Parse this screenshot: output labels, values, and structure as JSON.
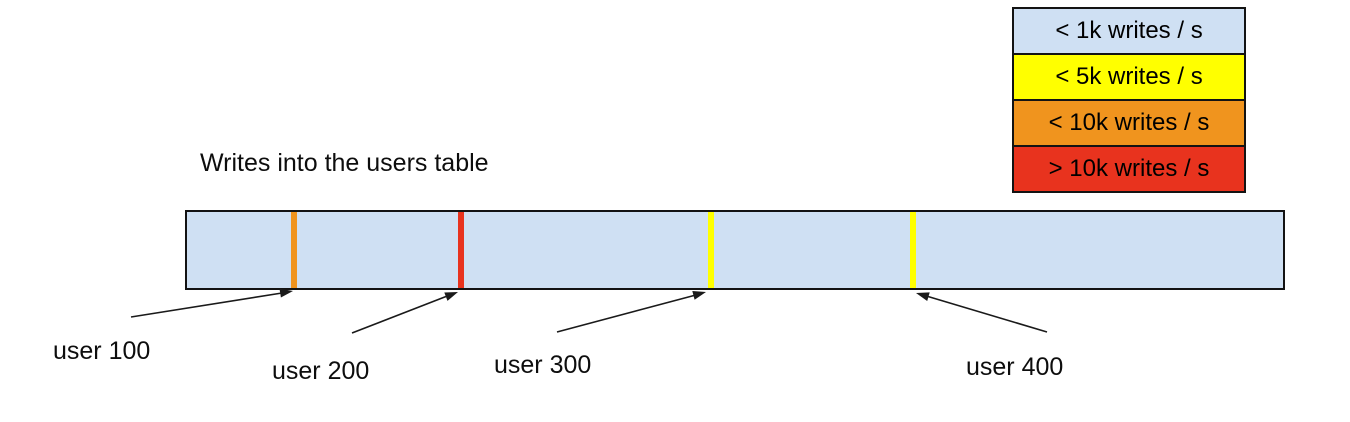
{
  "title": "Writes into the users table",
  "legend": {
    "items": [
      {
        "label": "< 1k writes / s",
        "color": "#CFE0F3"
      },
      {
        "label": "< 5k writes / s",
        "color": "#FFFF00"
      },
      {
        "label": "< 10k writes / s",
        "color": "#F0941E"
      },
      {
        "label": "> 10k writes / s",
        "color": "#E8331E"
      }
    ]
  },
  "bar": {
    "fill_color": "#CFE0F3",
    "border_color": "#131313",
    "markers": [
      {
        "user": "user 100",
        "color": "#F0941E",
        "legend_category": "< 10k writes / s"
      },
      {
        "user": "user 200",
        "color": "#E8331E",
        "legend_category": "> 10k writes / s"
      },
      {
        "user": "user 300",
        "color": "#FFFF00",
        "legend_category": "< 5k writes / s"
      },
      {
        "user": "user 400",
        "color": "#FFFF00",
        "legend_category": "< 5k writes / s"
      }
    ]
  }
}
